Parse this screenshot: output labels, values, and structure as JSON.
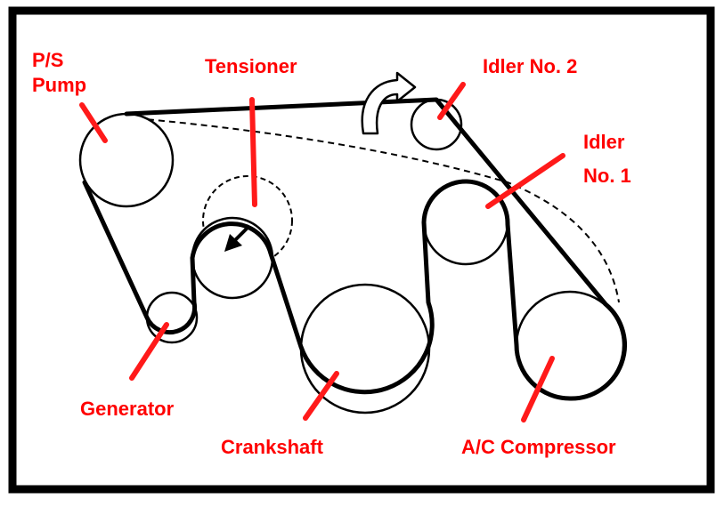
{
  "labels": {
    "ps_pump_line1": "P/S",
    "ps_pump_line2": "Pump",
    "tensioner": "Tensioner",
    "idler2": "Idler No. 2",
    "idler1_line1": "Idler",
    "idler1_line2": "No. 1",
    "generator": "Generator",
    "crankshaft": "Crankshaft",
    "ac_compressor": "A/C Compressor"
  },
  "colors": {
    "label": "#ff0000",
    "leader": "#ff1a1a",
    "belt": "#000000",
    "frame": "#000000",
    "background": "#ffffff"
  },
  "icons": {
    "rotation": "curved-rotation-arrow-icon",
    "tension_direction": "tension-arrow-icon"
  }
}
